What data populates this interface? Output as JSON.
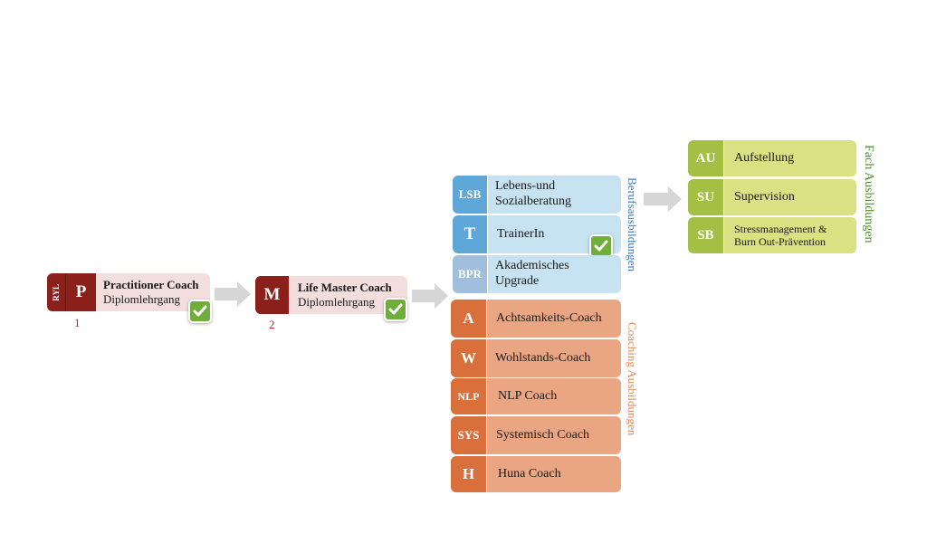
{
  "colors": {
    "dark_red": "#8b1f1a",
    "pink_bg": "#f3dede",
    "blue_code": "#5ea7d8",
    "blue_bg": "#c7e2f1",
    "blue_text": "#3c7cc0",
    "bpr_code": "#9fbfdc",
    "orange_code": "#d9703c",
    "orange_bg": "#eaa583",
    "orange_text": "#e08a58",
    "green_code": "#a3bf44",
    "green_bg": "#d9e183",
    "green_text": "#4f8d2c",
    "arrow": "#d6d6d6",
    "check_green": "#6fae3b"
  },
  "step1": {
    "badge": "RYL",
    "code": "P",
    "title": "Practitioner Coach",
    "subtitle": "Diplomlehrgang",
    "number": "1",
    "check_icon": "checkmark-icon"
  },
  "step2": {
    "code": "M",
    "title": "Life Master Coach",
    "subtitle": "Diplomlehrgang",
    "number": "2",
    "check_icon": "checkmark-icon"
  },
  "beruf": {
    "heading": "Berufsausbildungen",
    "items": [
      {
        "code": "LSB",
        "label_line1": "Lebens-und",
        "label_line2": "Sozialberatung"
      },
      {
        "code": "T",
        "label_line1": "TrainerIn",
        "label_line2": ""
      },
      {
        "code": "BPR",
        "label_line1": "Akademisches",
        "label_line2": "Upgrade"
      }
    ]
  },
  "coaching": {
    "heading": "Coaching Ausbildungen",
    "items": [
      {
        "code": "A",
        "label": "Achtsamkeits-Coach"
      },
      {
        "code": "W",
        "label": "Wohlstands-Coach"
      },
      {
        "code": "NLP",
        "label": "NLP Coach"
      },
      {
        "code": "SYS",
        "label": "Systemisch Coach"
      },
      {
        "code": "H",
        "label": "Huna Coach"
      }
    ]
  },
  "fach": {
    "heading": "Fach Ausbildungen",
    "items": [
      {
        "code": "AU",
        "label_line1": "Aufstellung",
        "label_line2": ""
      },
      {
        "code": "SU",
        "label_line1": "Supervision",
        "label_line2": ""
      },
      {
        "code": "SB",
        "label_line1": "Stressmanagement &",
        "label_line2": "Burn Out-Prävention"
      }
    ]
  }
}
